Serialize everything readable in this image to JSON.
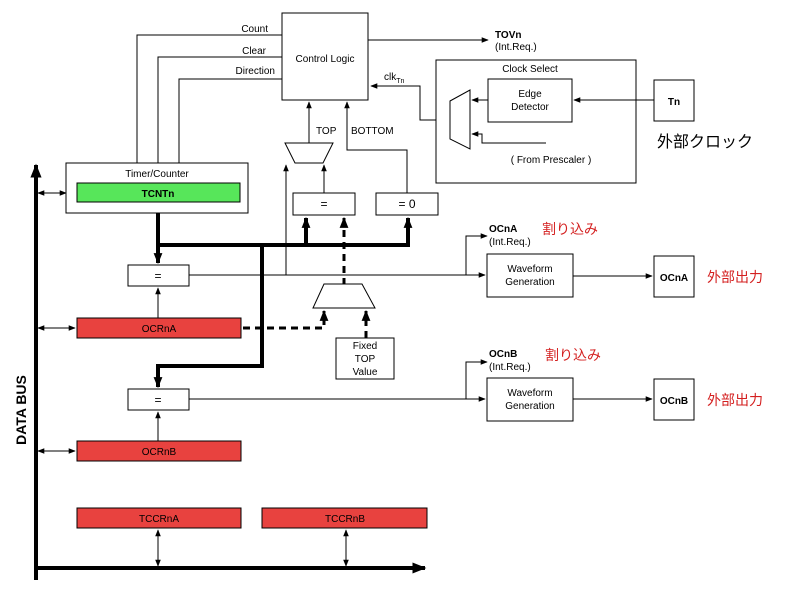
{
  "labels": {
    "count": "Count",
    "clear": "Clear",
    "direction": "Direction",
    "control_logic": "Control Logic",
    "tovn": "TOVn",
    "tovn_req": "(Int.Req.)",
    "clk": "clk",
    "clk_sub": "Tn",
    "clock_select": "Clock Select",
    "edge_detector_1": "Edge",
    "edge_detector_2": "Detector",
    "from_prescaler": "( From Prescaler )",
    "tn": "Tn",
    "external_clock": "外部クロック",
    "top": "TOP",
    "bottom": "BOTTOM",
    "timer_counter": "Timer/Counter",
    "tcntn": "TCNTn",
    "eq": "=",
    "eq_zero": "= 0",
    "ocna_irq": "OCnA",
    "ocna_irq_req": "(Int.Req.)",
    "interrupt_a": "割り込み",
    "waveform_a_1": "Waveform",
    "waveform_a_2": "Generation",
    "ocna_out": "OCnA",
    "external_out_a": "外部出力",
    "ocrna": "OCRnA",
    "fixed_1": "Fixed",
    "fixed_2": "TOP",
    "fixed_3": "Value",
    "ocnb_irq": "OCnB",
    "ocnb_irq_req": "(Int.Req.)",
    "interrupt_b": "割り込み",
    "waveform_b_1": "Waveform",
    "waveform_b_2": "Generation",
    "ocnb_out": "OCnB",
    "external_out_b": "外部出力",
    "ocrnb": "OCRnB",
    "tccrna": "TCCRnA",
    "tccrnb": "TCCRnB",
    "data_bus": "DATA BUS"
  },
  "colors": {
    "register_red": "#e8423f",
    "counter_green": "#57e65a",
    "annotation_red": "#d42020"
  }
}
